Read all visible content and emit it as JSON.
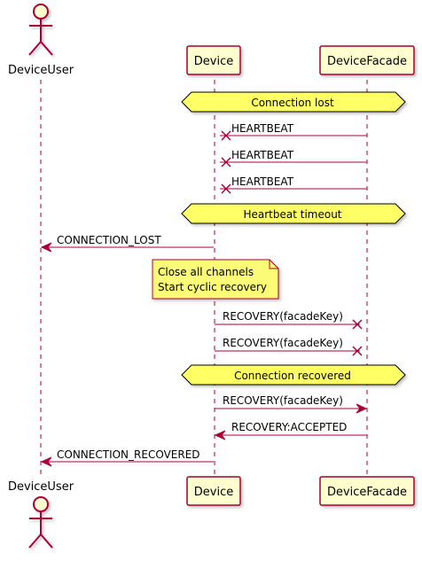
{
  "participants": {
    "user": {
      "name": "DeviceUser"
    },
    "device": {
      "name": "Device"
    },
    "facade": {
      "name": "DeviceFacade"
    }
  },
  "dividers": [
    {
      "label": "Connection lost"
    },
    {
      "label": "Heartbeat timeout"
    },
    {
      "label": "Connection recovered"
    }
  ],
  "messages": [
    {
      "label": "HEARTBEAT",
      "from": "facade",
      "to": "device",
      "kind": "lost"
    },
    {
      "label": "HEARTBEAT",
      "from": "facade",
      "to": "device",
      "kind": "lost"
    },
    {
      "label": "HEARTBEAT",
      "from": "facade",
      "to": "device",
      "kind": "lost"
    },
    {
      "label": "CONNECTION_LOST",
      "from": "device",
      "to": "user",
      "kind": "normal"
    },
    {
      "label": "RECOVERY(facadeKey)",
      "from": "device",
      "to": "facade",
      "kind": "lost"
    },
    {
      "label": "RECOVERY(facadeKey)",
      "from": "device",
      "to": "facade",
      "kind": "lost"
    },
    {
      "label": "RECOVERY(facadeKey)",
      "from": "device",
      "to": "facade",
      "kind": "normal"
    },
    {
      "label": "RECOVERY:ACCEPTED",
      "from": "facade",
      "to": "device",
      "kind": "normal"
    },
    {
      "label": "CONNECTION_RECOVERED",
      "from": "device",
      "to": "user",
      "kind": "normal"
    }
  ],
  "note": {
    "lines": [
      "Close all channels",
      "Start cyclic recovery"
    ]
  },
  "colors": {
    "arrow": "#a80036",
    "participant_fill": "#fefece",
    "participant_border": "#a80036",
    "divider_fill": "#ffff66",
    "note_fill": "#fbfb77",
    "lifeline": "#a80036"
  }
}
